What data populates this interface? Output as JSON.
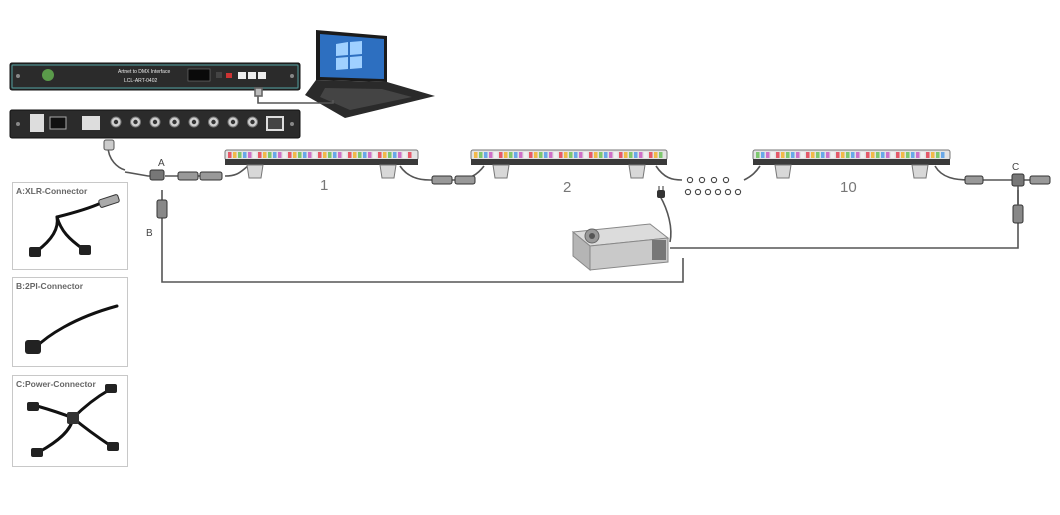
{
  "controller": {
    "title_line1": "Artnet to DMX Interface",
    "title_line2": "LCL-ART-0402"
  },
  "fixture_labels": [
    "1",
    "2",
    "10"
  ],
  "connection_points": [
    "A",
    "B",
    "C"
  ],
  "inset_panels": [
    {
      "title": "A:XLR-Connector"
    },
    {
      "title": "B:2PI-Connector"
    },
    {
      "title": "C:Power-Connector"
    }
  ],
  "ellipsis_rows": [
    4,
    6
  ],
  "colors": {
    "cable": "#555555",
    "device_body": "#2d2d2d",
    "device_accent": "#4a8a8a",
    "bar_body": "#3a3a3a",
    "led_colors": [
      "#e65a6a",
      "#f2b94a",
      "#7ec86f",
      "#6aa8e8",
      "#d070c8",
      "#f0f0f0"
    ]
  },
  "icons": [
    "laptop-icon",
    "power-supply-icon",
    "power-plug-icon"
  ]
}
